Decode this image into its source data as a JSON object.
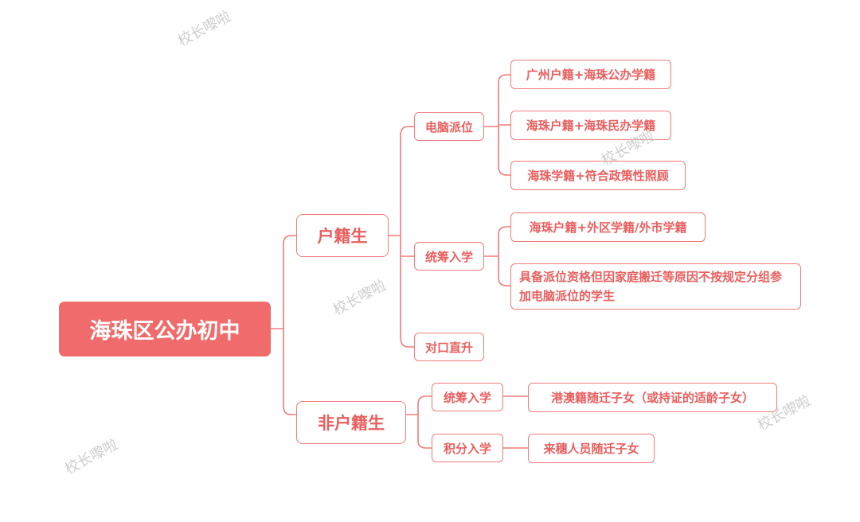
{
  "mindmap": {
    "root": "海珠区公办初中",
    "branches": [
      {
        "label": "户籍生",
        "children": [
          {
            "label": "电脑派位",
            "children": [
              "广州户籍+海珠公办学籍",
              "海珠户籍+海珠民办学籍",
              "海珠学籍+符合政策性照顾"
            ]
          },
          {
            "label": "统筹入学",
            "children": [
              "海珠户籍+外区学籍/外市学籍",
              "具备派位资格但因家庭搬迁等原因不按规定分组参加电脑派位的学生"
            ]
          },
          {
            "label": "对口直升",
            "children": []
          }
        ]
      },
      {
        "label": "非户籍生",
        "children": [
          {
            "label": "统筹入学",
            "children": [
              "港澳籍随迁子女（或持证的适龄子女）"
            ]
          },
          {
            "label": "积分入学",
            "children": [
              "来穗人员随迁子女"
            ]
          }
        ]
      }
    ]
  },
  "watermark": "校长嚟啦",
  "colors": {
    "accent": "#f06b6b",
    "line": "#f07b7b",
    "text": "#e85f5f"
  }
}
